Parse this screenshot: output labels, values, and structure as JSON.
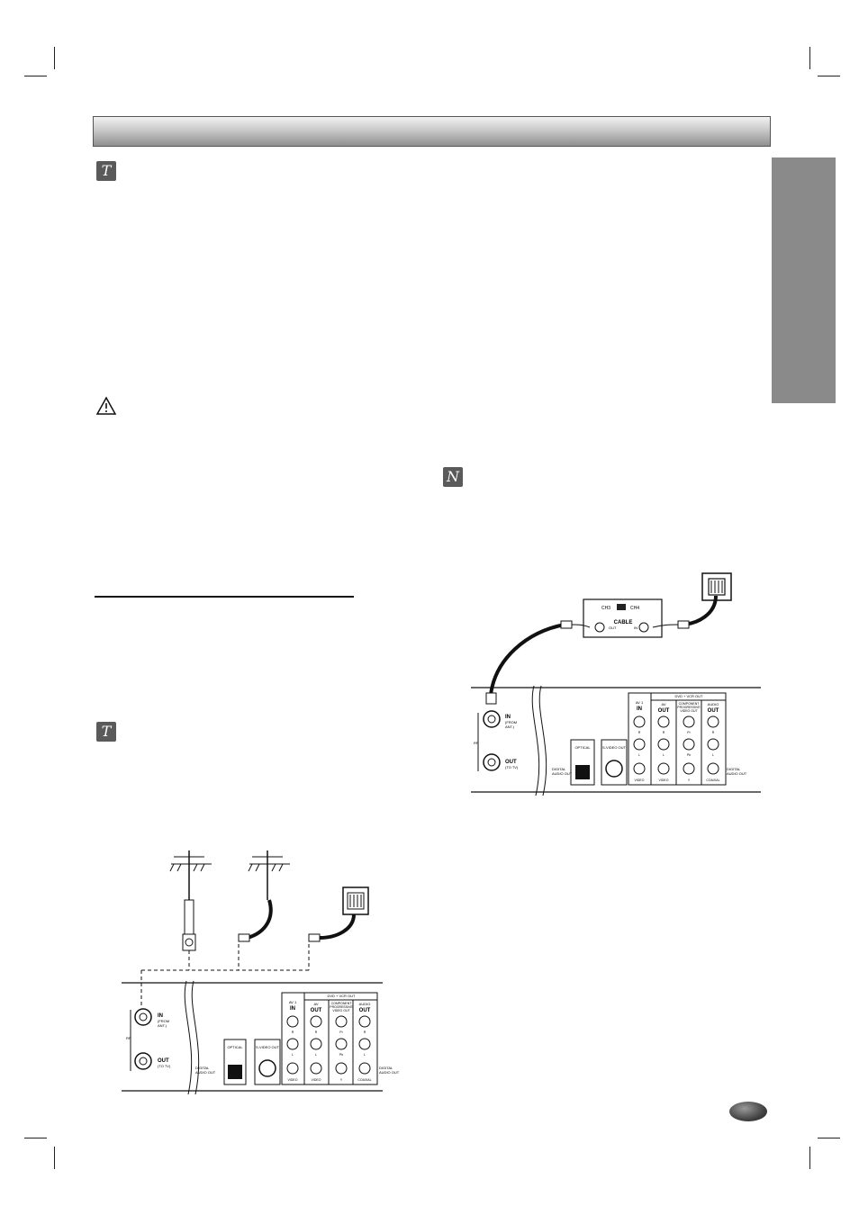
{
  "icons": {
    "tip": "tip-icon",
    "caution": "caution-triangle-icon",
    "note": "note-icon"
  },
  "cable_box": {
    "ch3": "CH3",
    "ch4": "CH4",
    "title": "CABLE",
    "out": "OUT",
    "in": "IN"
  },
  "panel": {
    "rf": "RF",
    "rf_in": "IN",
    "rf_in_sub": "(FROM",
    "rf_in_sub2": "ANT.)",
    "rf_out": "OUT",
    "rf_out_sub": "(TO TV)",
    "optical": "OPTICAL",
    "digital_audio_out_1": "DIGITAL",
    "digital_audio_out_2": "AUDIO OUT",
    "svideo": "S-VIDEO OUT",
    "dvd_vcr_out": "DVD + VCR OUT",
    "av1": "AV 1",
    "av1_in": "IN",
    "av": "AV",
    "av_out": "OUT",
    "component_1": "COMPONENT",
    "component_2": "PROGRESSIVE",
    "component_3": "VIDEO OUT",
    "audio": "AUDIO",
    "audio_out": "OUT",
    "r": "R",
    "l": "L",
    "video": "VIDEO",
    "pr": "Pr",
    "pb": "Pb",
    "y": "Y",
    "coaxial": "COAXIAL"
  },
  "colors": {
    "header_dark": "#8f8f8f",
    "side_tab": "#8a8a8a",
    "icon_bg": "#5a5a5a"
  }
}
